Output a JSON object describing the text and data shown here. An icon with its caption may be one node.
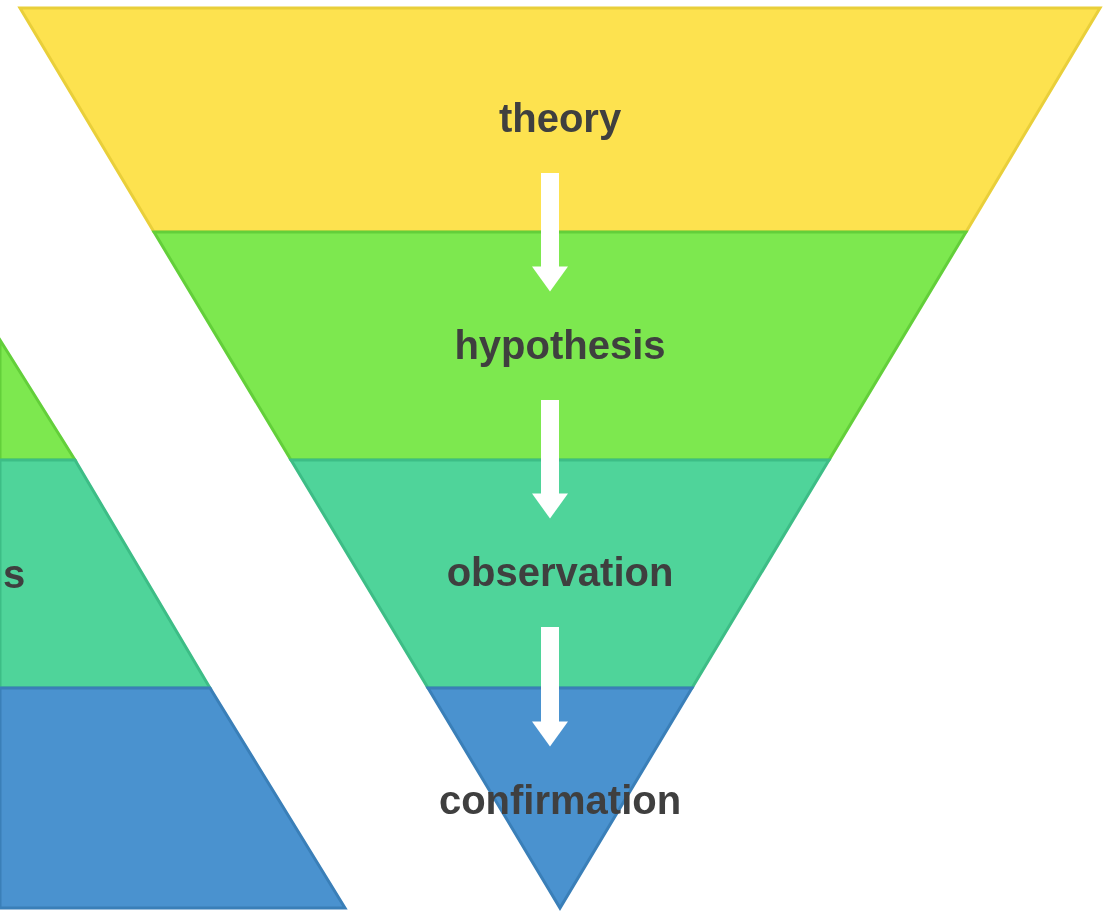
{
  "diagram": {
    "nodes": [
      {
        "text": [
          "theory"
        ]
      },
      {
        "text": [
          "hypothesis"
        ]
      },
      {
        "text": [
          "observation"
        ]
      },
      {
        "text": [
          "confirmation"
        ]
      },
      {
        "text": [],
        "shape": "band"
      },
      {
        "text": [
          "s"
        ]
      },
      {
        "text": [],
        "shape": "band"
      }
    ],
    "edges": [
      {
        "from": 0,
        "to": 1,
        "arrow": "to"
      },
      {
        "from": 1,
        "to": 2,
        "arrow": "to"
      },
      {
        "from": 2,
        "to": 3,
        "arrow": "to"
      }
    ]
  }
}
